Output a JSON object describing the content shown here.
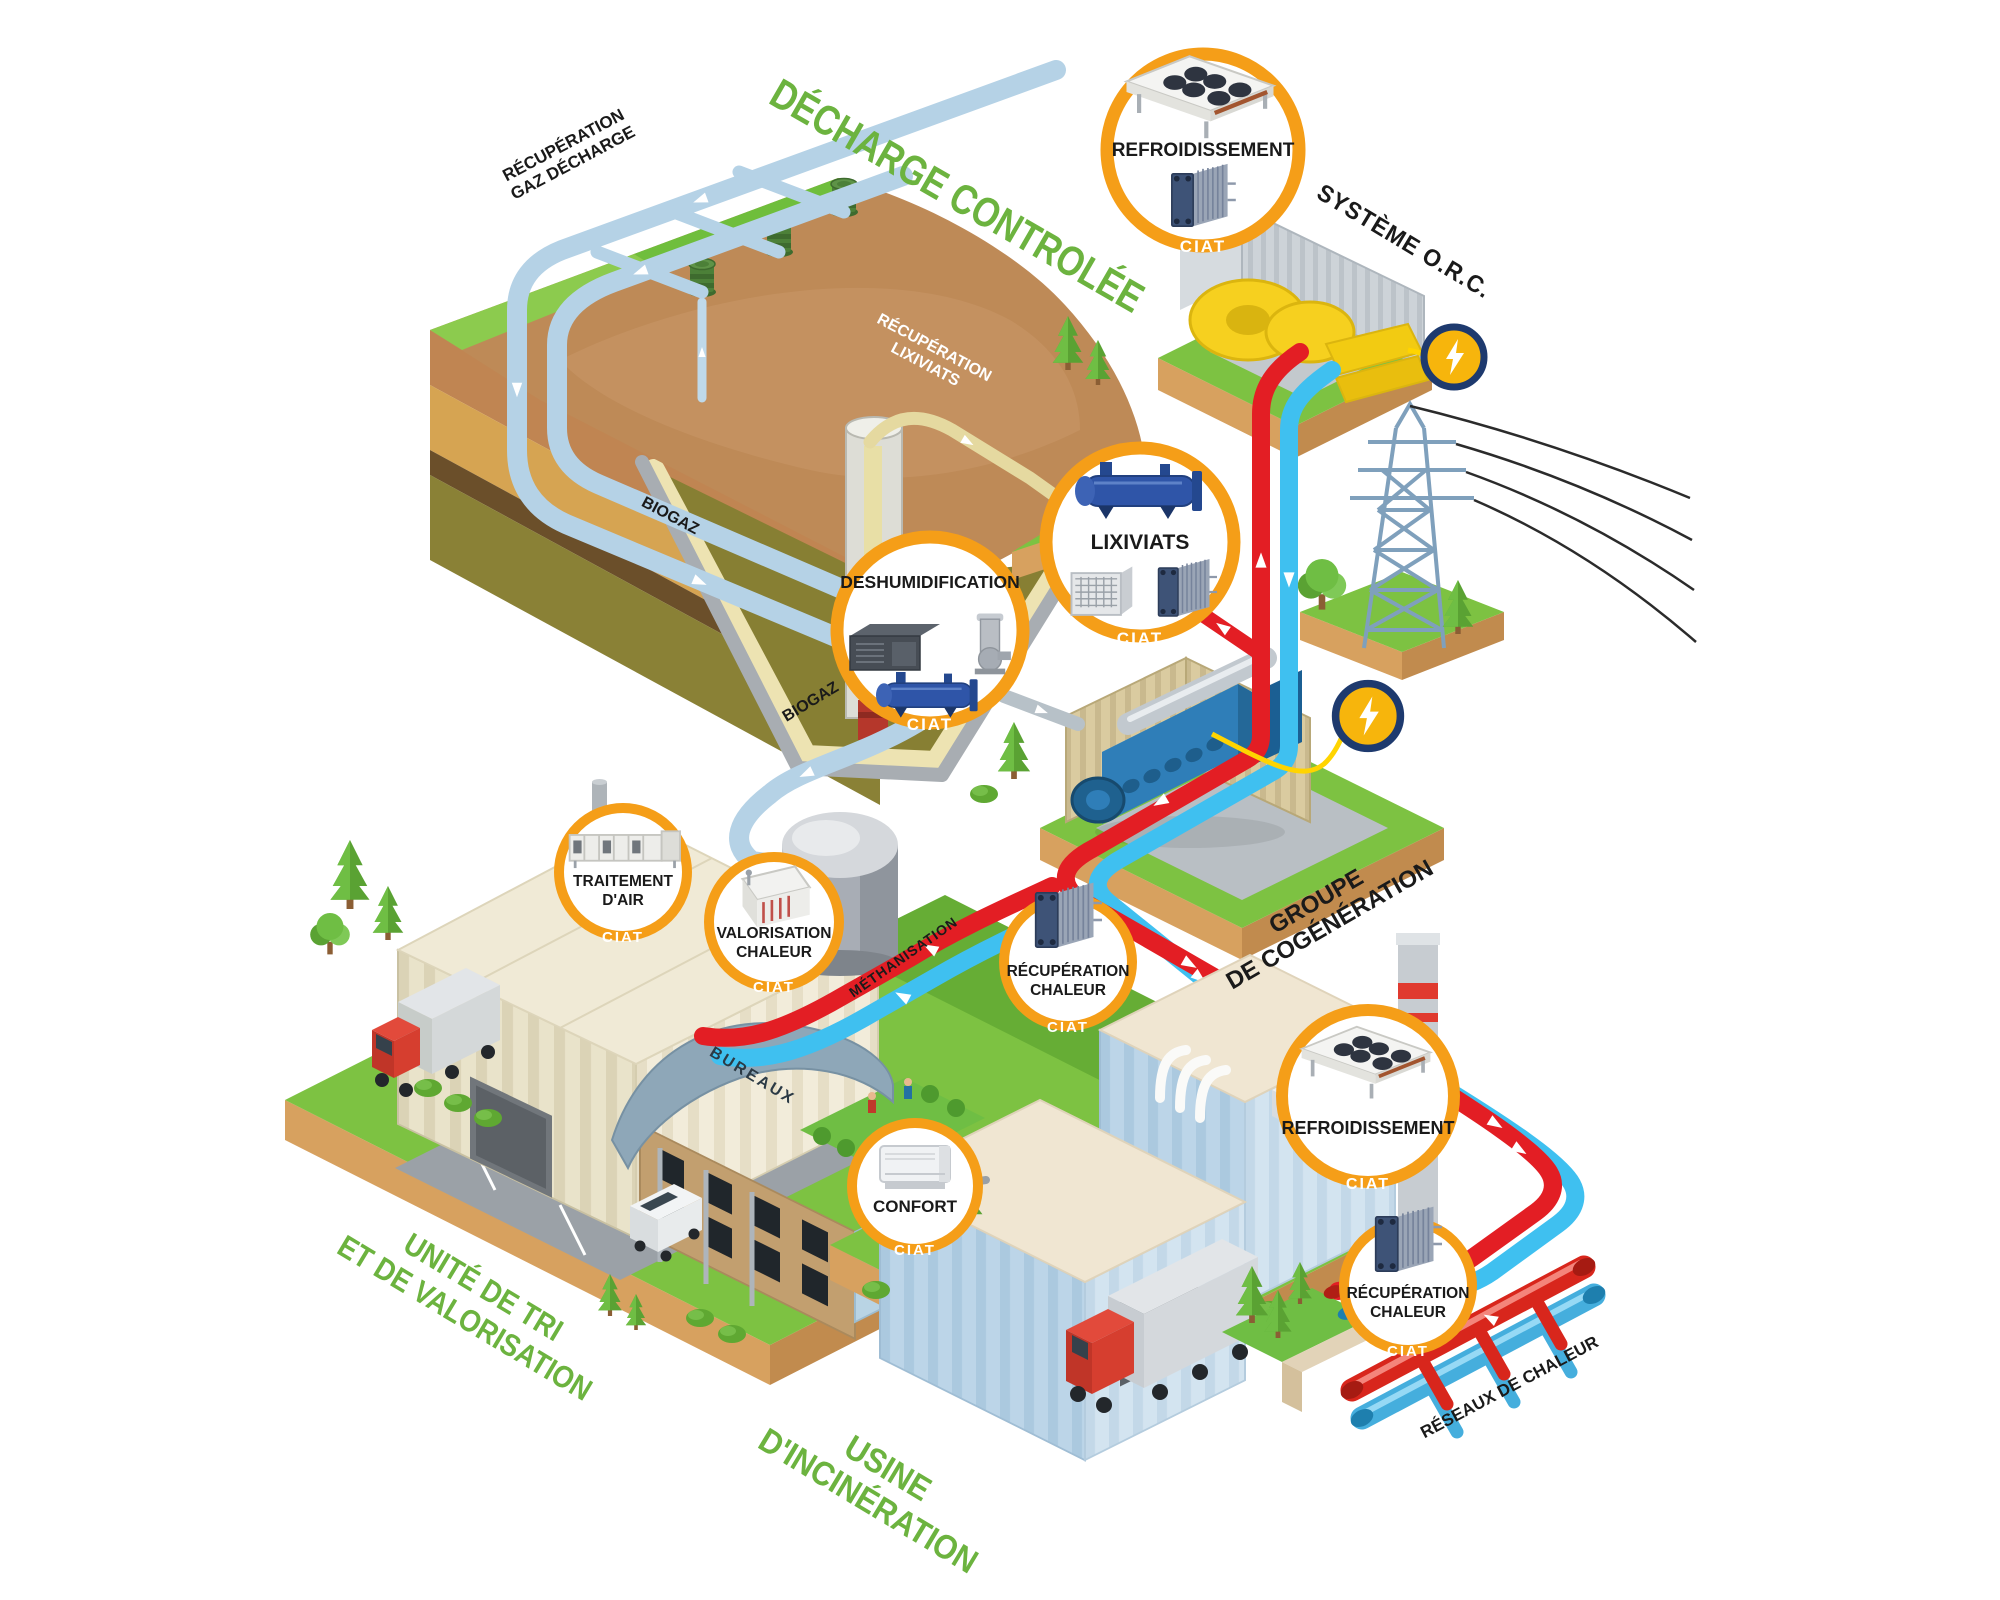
{
  "titles": {
    "decharge": "DÉCHARGE CONTROLÉE",
    "unite_tri_l1": "UNITÉ DE TRI",
    "unite_tri_l2": "ET DE VALORISATION",
    "usine_l1": "USINE",
    "usine_l2": "D'INCINÉRATION"
  },
  "flow": {
    "recup_gaz_l1": "RÉCUPÉRATION",
    "recup_gaz_l2": "GAZ DÉCHARGE",
    "biogaz_left": "BIOGAZ",
    "biogaz_mid": "BIOGAZ",
    "recup_lix_l1": "RÉCUPÉRATION",
    "recup_lix_l2": "LIXIVIATS",
    "systeme_orc": "SYSTÈME O.R.C.",
    "cogen_l1": "GROUPE",
    "cogen_l2": "DE COGÉNÉRATION",
    "methanisation": "MÉTHANISATION",
    "bureaux": "BUREAUX",
    "reseaux": "RÉSEAUX DE CHALEUR"
  },
  "badges": {
    "refroidissement_haut": {
      "label": "REFROIDISSEMENT",
      "brand": "CIAT"
    },
    "lixiviats": {
      "label": "LIXIVIATS",
      "brand": "CIAT"
    },
    "deshumidification": {
      "label": "DESHUMIDIFICATION",
      "brand": "CIAT"
    },
    "traitement_air": {
      "l1": "TRAITEMENT",
      "l2": "D'AIR",
      "brand": "CIAT"
    },
    "valorisation_chaleur": {
      "l1": "VALORISATION",
      "l2": "CHALEUR",
      "brand": "CIAT"
    },
    "recuperation_chaleur_centre": {
      "l1": "RÉCUPÉRATION",
      "l2": "CHALEUR",
      "brand": "CIAT"
    },
    "confort": {
      "label": "CONFORT",
      "brand": "CIAT"
    },
    "refroidissement_bas": {
      "label": "REFROIDISSEMENT",
      "brand": "CIAT"
    },
    "recuperation_chaleur_bas": {
      "l1": "RÉCUPÉRATION",
      "l2": "CHALEUR",
      "brand": "CIAT"
    }
  },
  "colors": {
    "accent_orange": "#F59E18",
    "title_green": "#6CB33F",
    "pipe_hot": "#E31E24",
    "pipe_cold": "#3FC0F0",
    "pipe_biogas": "#B5D2E6",
    "pipe_lixiviats": "#E5D9A0",
    "electric_yellow": "#FFD400",
    "grass_green": "#7DC242"
  }
}
